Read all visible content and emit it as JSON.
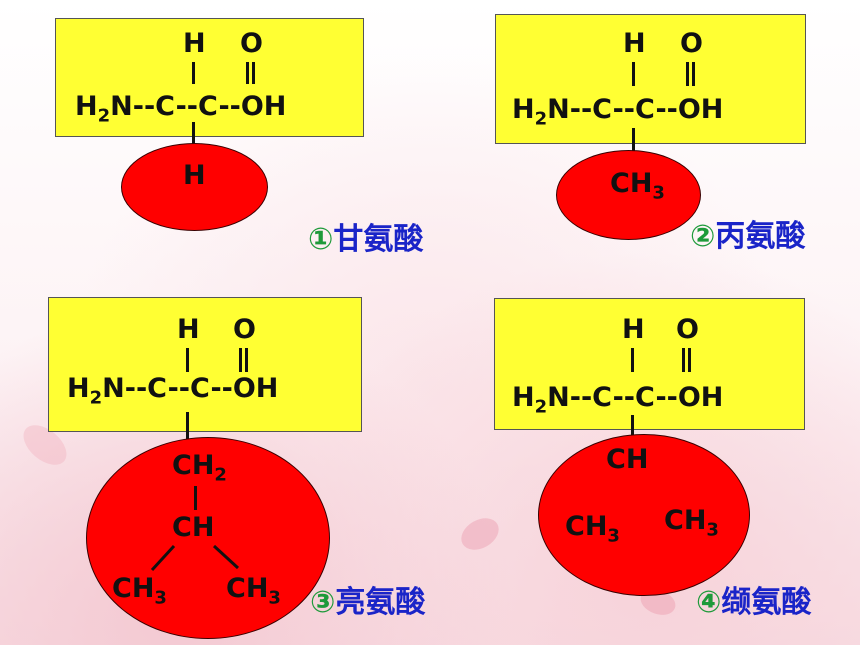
{
  "atoms": {
    "H": "H",
    "O": "O",
    "amino_H": "H",
    "amino_sub": "2",
    "amino_N": "N",
    "chain": "--C--C--OH",
    "CH": "CH",
    "CH2_C": "CH",
    "CH2_sub": "2",
    "CH3_C": "CH",
    "CH3_sub": "3"
  },
  "molecules": [
    {
      "index": "①",
      "name": "甘氨酸",
      "side_chain": "H"
    },
    {
      "index": "②",
      "name": "丙氨酸",
      "side_chain": "CH3"
    },
    {
      "index": "③",
      "name": "亮氨酸",
      "side_chain": "CH2-CH-(CH3)2"
    },
    {
      "index": "④",
      "name": "缬氨酸",
      "side_chain": "CH-(CH3)2"
    }
  ],
  "colors": {
    "box": "#ffff33",
    "side_chain": "#ff0000",
    "index": "#1e9a3a",
    "name": "#1a24c8"
  }
}
